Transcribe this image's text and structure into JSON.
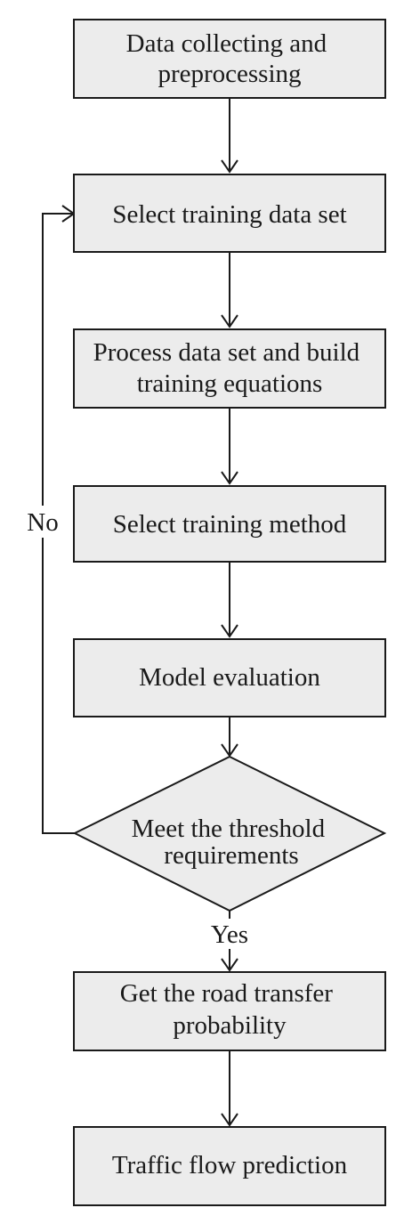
{
  "flowchart": {
    "steps": [
      {
        "lines": [
          "Data collecting and",
          "preprocessing"
        ]
      },
      {
        "lines": [
          "Select training data set"
        ]
      },
      {
        "lines": [
          "Process data set and build",
          "training equations"
        ]
      },
      {
        "lines": [
          "Select training method"
        ]
      },
      {
        "lines": [
          "Model evaluation"
        ]
      }
    ],
    "decision": {
      "lines": [
        "Meet the threshold",
        "requirements"
      ]
    },
    "after_steps": [
      {
        "lines": [
          "Get the road transfer",
          "probability"
        ]
      },
      {
        "lines": [
          "Traffic flow prediction"
        ]
      }
    ],
    "labels": {
      "no": "No",
      "yes": "Yes"
    }
  }
}
